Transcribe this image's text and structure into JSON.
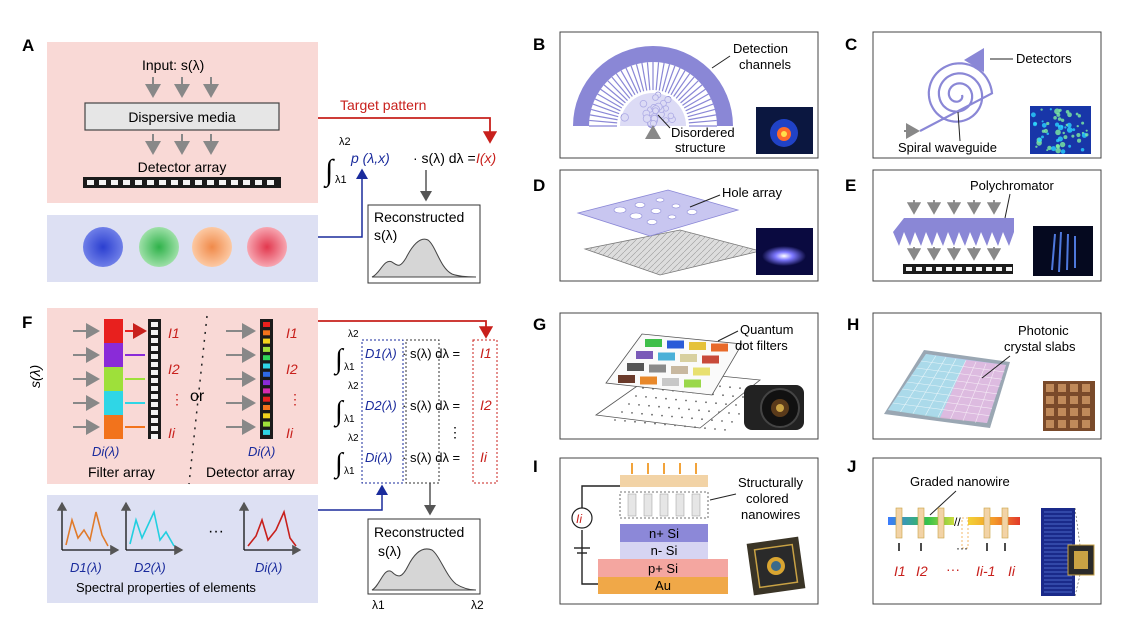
{
  "panel_labels": {
    "A": "A",
    "B": "B",
    "C": "C",
    "D": "D",
    "E": "E",
    "F": "F",
    "G": "G",
    "H": "H",
    "I": "I",
    "J": "J"
  },
  "panel_a": {
    "input": "Input:  s(λ)",
    "dispersive": "Dispersive media",
    "detector_array": "Detector array",
    "target_pattern": "Target pattern",
    "integral_upper": "λ2",
    "integral_lower": "λ1",
    "equation_p": "p (λ,x)",
    "equation_rest": "· s(λ) dλ =",
    "equation_I": "I(x)",
    "reconstructed": "Reconstructed",
    "s_lambda": "s(λ)"
  },
  "panel_b": {
    "channels_1": "Detection",
    "channels_2": "channels",
    "disordered_1": "Disordered",
    "disordered_2": "structure"
  },
  "panel_c": {
    "detectors": "Detectors",
    "spiral": "Spiral waveguide"
  },
  "panel_d": {
    "hole_array": "Hole array"
  },
  "panel_e": {
    "polychromator": "Polychromator"
  },
  "panel_f": {
    "s_lambda": "s(λ)",
    "or": "or",
    "filter_array": "Filter array",
    "detector_array": "Detector array",
    "di_filter": "Di(λ)",
    "di_detector": "Di(λ)",
    "I_labels": [
      "I1",
      "I2",
      "⋮",
      "Ii"
    ],
    "eq_terms": [
      "D1(λ)",
      "D2(λ)",
      "Di(λ)"
    ],
    "eq_rest": "· s(λ) dλ =",
    "eq_results": [
      "I1",
      "I2",
      "Ii"
    ],
    "vdots": "⋮",
    "reconstructed": "Reconstructed",
    "s_lambda_plot": "s(λ)",
    "lambda1": "λ1",
    "lambda2": "λ2",
    "spectral_labels": [
      "D1(λ)",
      "D2(λ)",
      "Di(λ)"
    ],
    "ellipsis": "···",
    "spectral_caption": "Spectral properties of elements"
  },
  "panel_g": {
    "label_1": "Quantum",
    "label_2": "dot filters"
  },
  "panel_h": {
    "label_1": "Photonic",
    "label_2": "crystal slabs"
  },
  "panel_i": {
    "label_1": "Structurally",
    "label_2": "colored",
    "label_3": "nanowires",
    "n_si": "n+ Si",
    "nm_si": "n- Si",
    "p_si": "p+ Si",
    "au": "Au",
    "current": "Ii"
  },
  "panel_j": {
    "label": "Graded nanowire",
    "I_labels": [
      "I1",
      "I2",
      "···",
      "Ii-1",
      "Ii"
    ]
  },
  "colors": {
    "red": "#c8201c",
    "blue": "#1a2b9c",
    "pink_bg": "#f9d9d6",
    "blue_bg": "#dde0f3",
    "purple": "#8a87d6"
  }
}
